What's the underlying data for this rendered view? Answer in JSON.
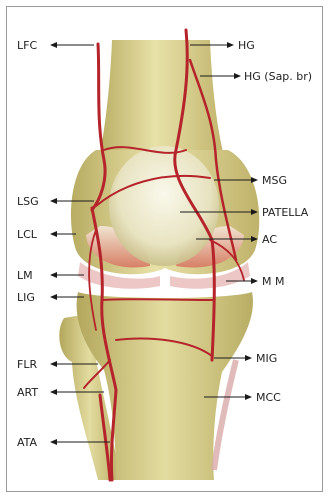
{
  "labels": {
    "lfc": "LFC",
    "hg": "HG",
    "hg_sap": "HG (Sap. br)",
    "msg": "MSG",
    "lsg": "LSG",
    "patella": "PATELLA",
    "lcl": "LCL",
    "ac": "AC",
    "lm": "LM",
    "mm": "M M",
    "lig": "LIG",
    "flr": "FLR",
    "mig": "MIG",
    "art": "ART",
    "mcc": "MCC",
    "ata": "ATA"
  }
}
